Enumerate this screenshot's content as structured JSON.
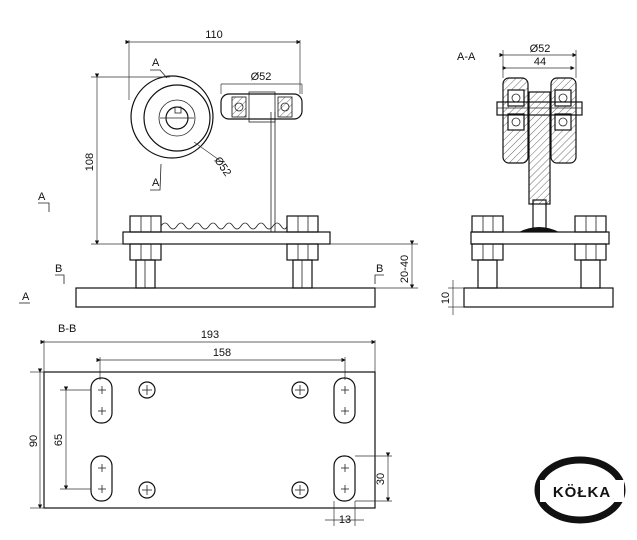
{
  "sections": {
    "aa_title": "A-A",
    "bb_title": "B-B",
    "marker_a": "A",
    "marker_b": "B"
  },
  "dimensions": {
    "width_110": "110",
    "diameter_52": "Ø52",
    "height_108": "108",
    "height_20_40": "20-40",
    "aa_diameter_52": "Ø52",
    "aa_width_44": "44",
    "aa_thickness_10": "10",
    "bb_length_193": "193",
    "bb_length_158": "158",
    "bb_width_90": "90",
    "bb_width_65": "65",
    "bb_slot_30": "30",
    "bb_slot_13": "13"
  },
  "logo": {
    "text": "KÖŁKA"
  },
  "colors": {
    "line": "#111111",
    "hatch": "#444444",
    "background": "#ffffff"
  }
}
